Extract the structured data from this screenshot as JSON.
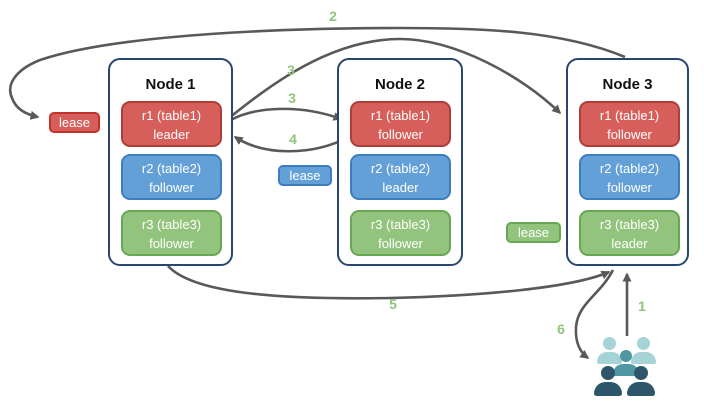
{
  "nodes": [
    {
      "title": "Node 1",
      "replicas": [
        {
          "line1": "r1 (table1)",
          "line2": "leader"
        },
        {
          "line1": "r2 (table2)",
          "line2": "follower"
        },
        {
          "line1": "r3 (table3)",
          "line2": "follower"
        }
      ]
    },
    {
      "title": "Node 2",
      "replicas": [
        {
          "line1": "r1 (table1)",
          "line2": "follower"
        },
        {
          "line1": "r2 (table2)",
          "line2": "leader"
        },
        {
          "line1": "r3 (table3)",
          "line2": "follower"
        }
      ]
    },
    {
      "title": "Node 3",
      "replicas": [
        {
          "line1": "r1 (table1)",
          "line2": "follower"
        },
        {
          "line1": "r2 (table2)",
          "line2": "follower"
        },
        {
          "line1": "r3 (table3)",
          "line2": "leader"
        }
      ]
    }
  ],
  "leases": [
    {
      "label": "lease"
    },
    {
      "label": "lease"
    },
    {
      "label": "lease"
    }
  ],
  "step_labels": [
    "1",
    "2",
    "3",
    "3",
    "4",
    "5",
    "6"
  ],
  "colors": {
    "replica-red-fill": "#d75f5b",
    "replica-red-border": "#ad3e3a",
    "lease-red-border": "#c4312b",
    "replica-blue-fill": "#63a0d8",
    "replica-blue-border": "#3d7ebf",
    "replica-green-fill": "#93c47d",
    "replica-green-border": "#68a854",
    "node-border": "#29466e",
    "arrow-color": "#595959",
    "step-label-color": "#93c47d",
    "users-light": "#a5d3d6",
    "users-mid": "#4f97a3",
    "users-dark": "#2e566b"
  }
}
